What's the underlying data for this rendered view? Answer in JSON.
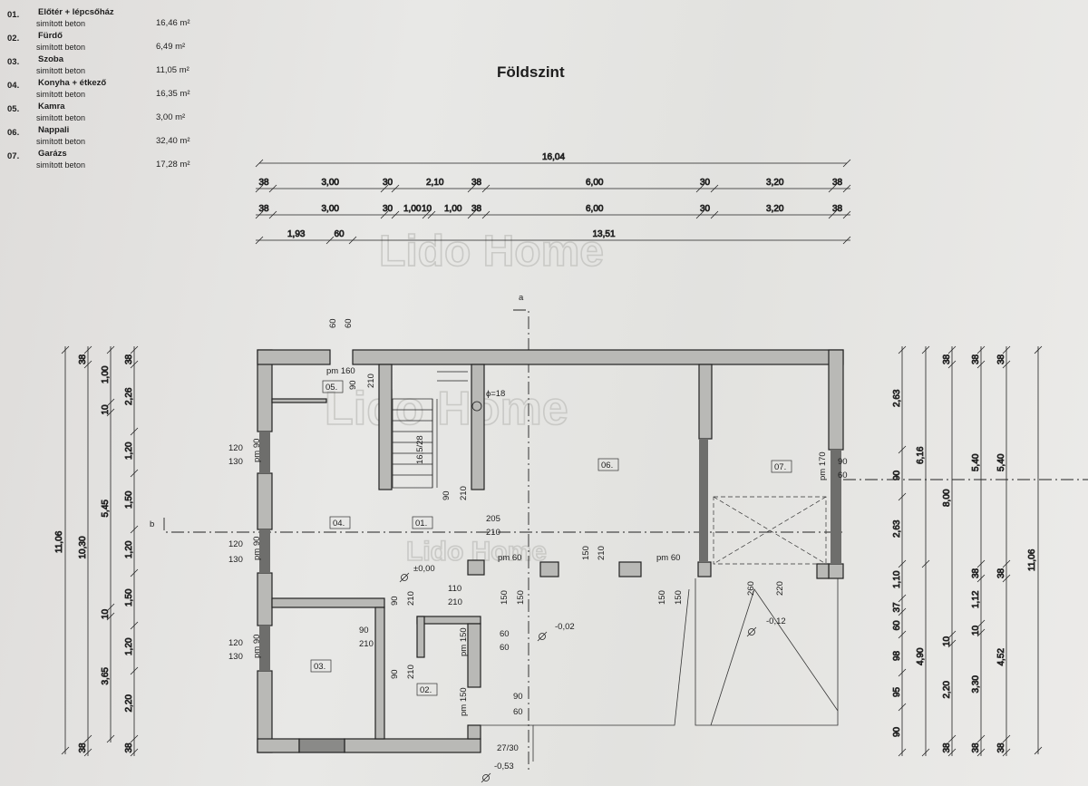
{
  "title": "Földszint",
  "watermark": "Lido Home",
  "rooms": [
    {
      "num": "01.",
      "name": "Előtér + lépcsőház",
      "floor": "simított beton",
      "area": "16,46 m²"
    },
    {
      "num": "02.",
      "name": "Fürdő",
      "floor": "simított beton",
      "area": "6,49 m²"
    },
    {
      "num": "03.",
      "name": "Szoba",
      "floor": "simított beton",
      "area": "11,05 m²"
    },
    {
      "num": "04.",
      "name": "Konyha + étkező",
      "floor": "simított beton",
      "area": "16,35 m²"
    },
    {
      "num": "05.",
      "name": "Kamra",
      "floor": "simított beton",
      "area": "3,00 m²"
    },
    {
      "num": "06.",
      "name": "Nappali",
      "floor": "simított beton",
      "area": "32,40 m²"
    },
    {
      "num": "07.",
      "name": "Garázs",
      "floor": "simított beton",
      "area": "17,28 m²"
    }
  ],
  "sections": {
    "a": "a",
    "b": "b"
  },
  "stairs": "16,5/28",
  "chimney": "ɸ=18",
  "dimensions": {
    "top_total": "16,04",
    "top_row2": [
      "38",
      "3,00",
      "30",
      "2,10",
      "38",
      "6,00",
      "30",
      "3,20",
      "38"
    ],
    "top_row3": [
      "38",
      "3,00",
      "30",
      "1,00",
      "10",
      "1,00",
      "38",
      "6,00",
      "30",
      "3,20",
      "38"
    ],
    "top_row4": [
      "1,93",
      "60",
      "13,51"
    ],
    "left_outer": "11,06",
    "left_mid": [
      "38",
      "10,30",
      "38"
    ],
    "left_row3": [
      "1,00",
      "10",
      "5,45",
      "10",
      "3,65"
    ],
    "left_row4": [
      "38",
      "2,26",
      "1,20",
      "1,50",
      "1,20",
      "1,50",
      "1,20",
      "2,20",
      "38"
    ],
    "right_row1": [
      "2,63",
      "90",
      "2,63",
      "1,10",
      "37",
      "60",
      "98",
      "95",
      "90"
    ],
    "right_row2": [
      "6,16",
      "4,90"
    ],
    "right_row3": [
      "38",
      "8,00",
      "10",
      "2,20",
      "38"
    ],
    "right_row4": [
      "38",
      "5,40",
      "38",
      "1,12",
      "10",
      "3,30",
      "38"
    ],
    "right_row5": [
      "38",
      "5,40",
      "38",
      "4,52",
      "38"
    ],
    "right_outer": "11,06"
  },
  "openings": [
    "60",
    "60",
    "pm 160",
    "90",
    "210",
    "120",
    "130",
    "pm 90",
    "120",
    "130",
    "pm 90",
    "120",
    "130",
    "pm 90",
    "90",
    "210",
    "205",
    "210",
    "pm 60",
    "150",
    "210",
    "pm 60",
    "90",
    "60",
    "pm 170",
    "±0,00",
    "110",
    "210",
    "150",
    "150",
    "150",
    "150",
    "260",
    "220",
    "-0,12",
    "-0,02",
    "90",
    "210",
    "90",
    "210",
    "60",
    "60",
    "pm 150",
    "90",
    "60",
    "pm 150",
    "-0,53",
    "27/30",
    "90",
    "210"
  ]
}
